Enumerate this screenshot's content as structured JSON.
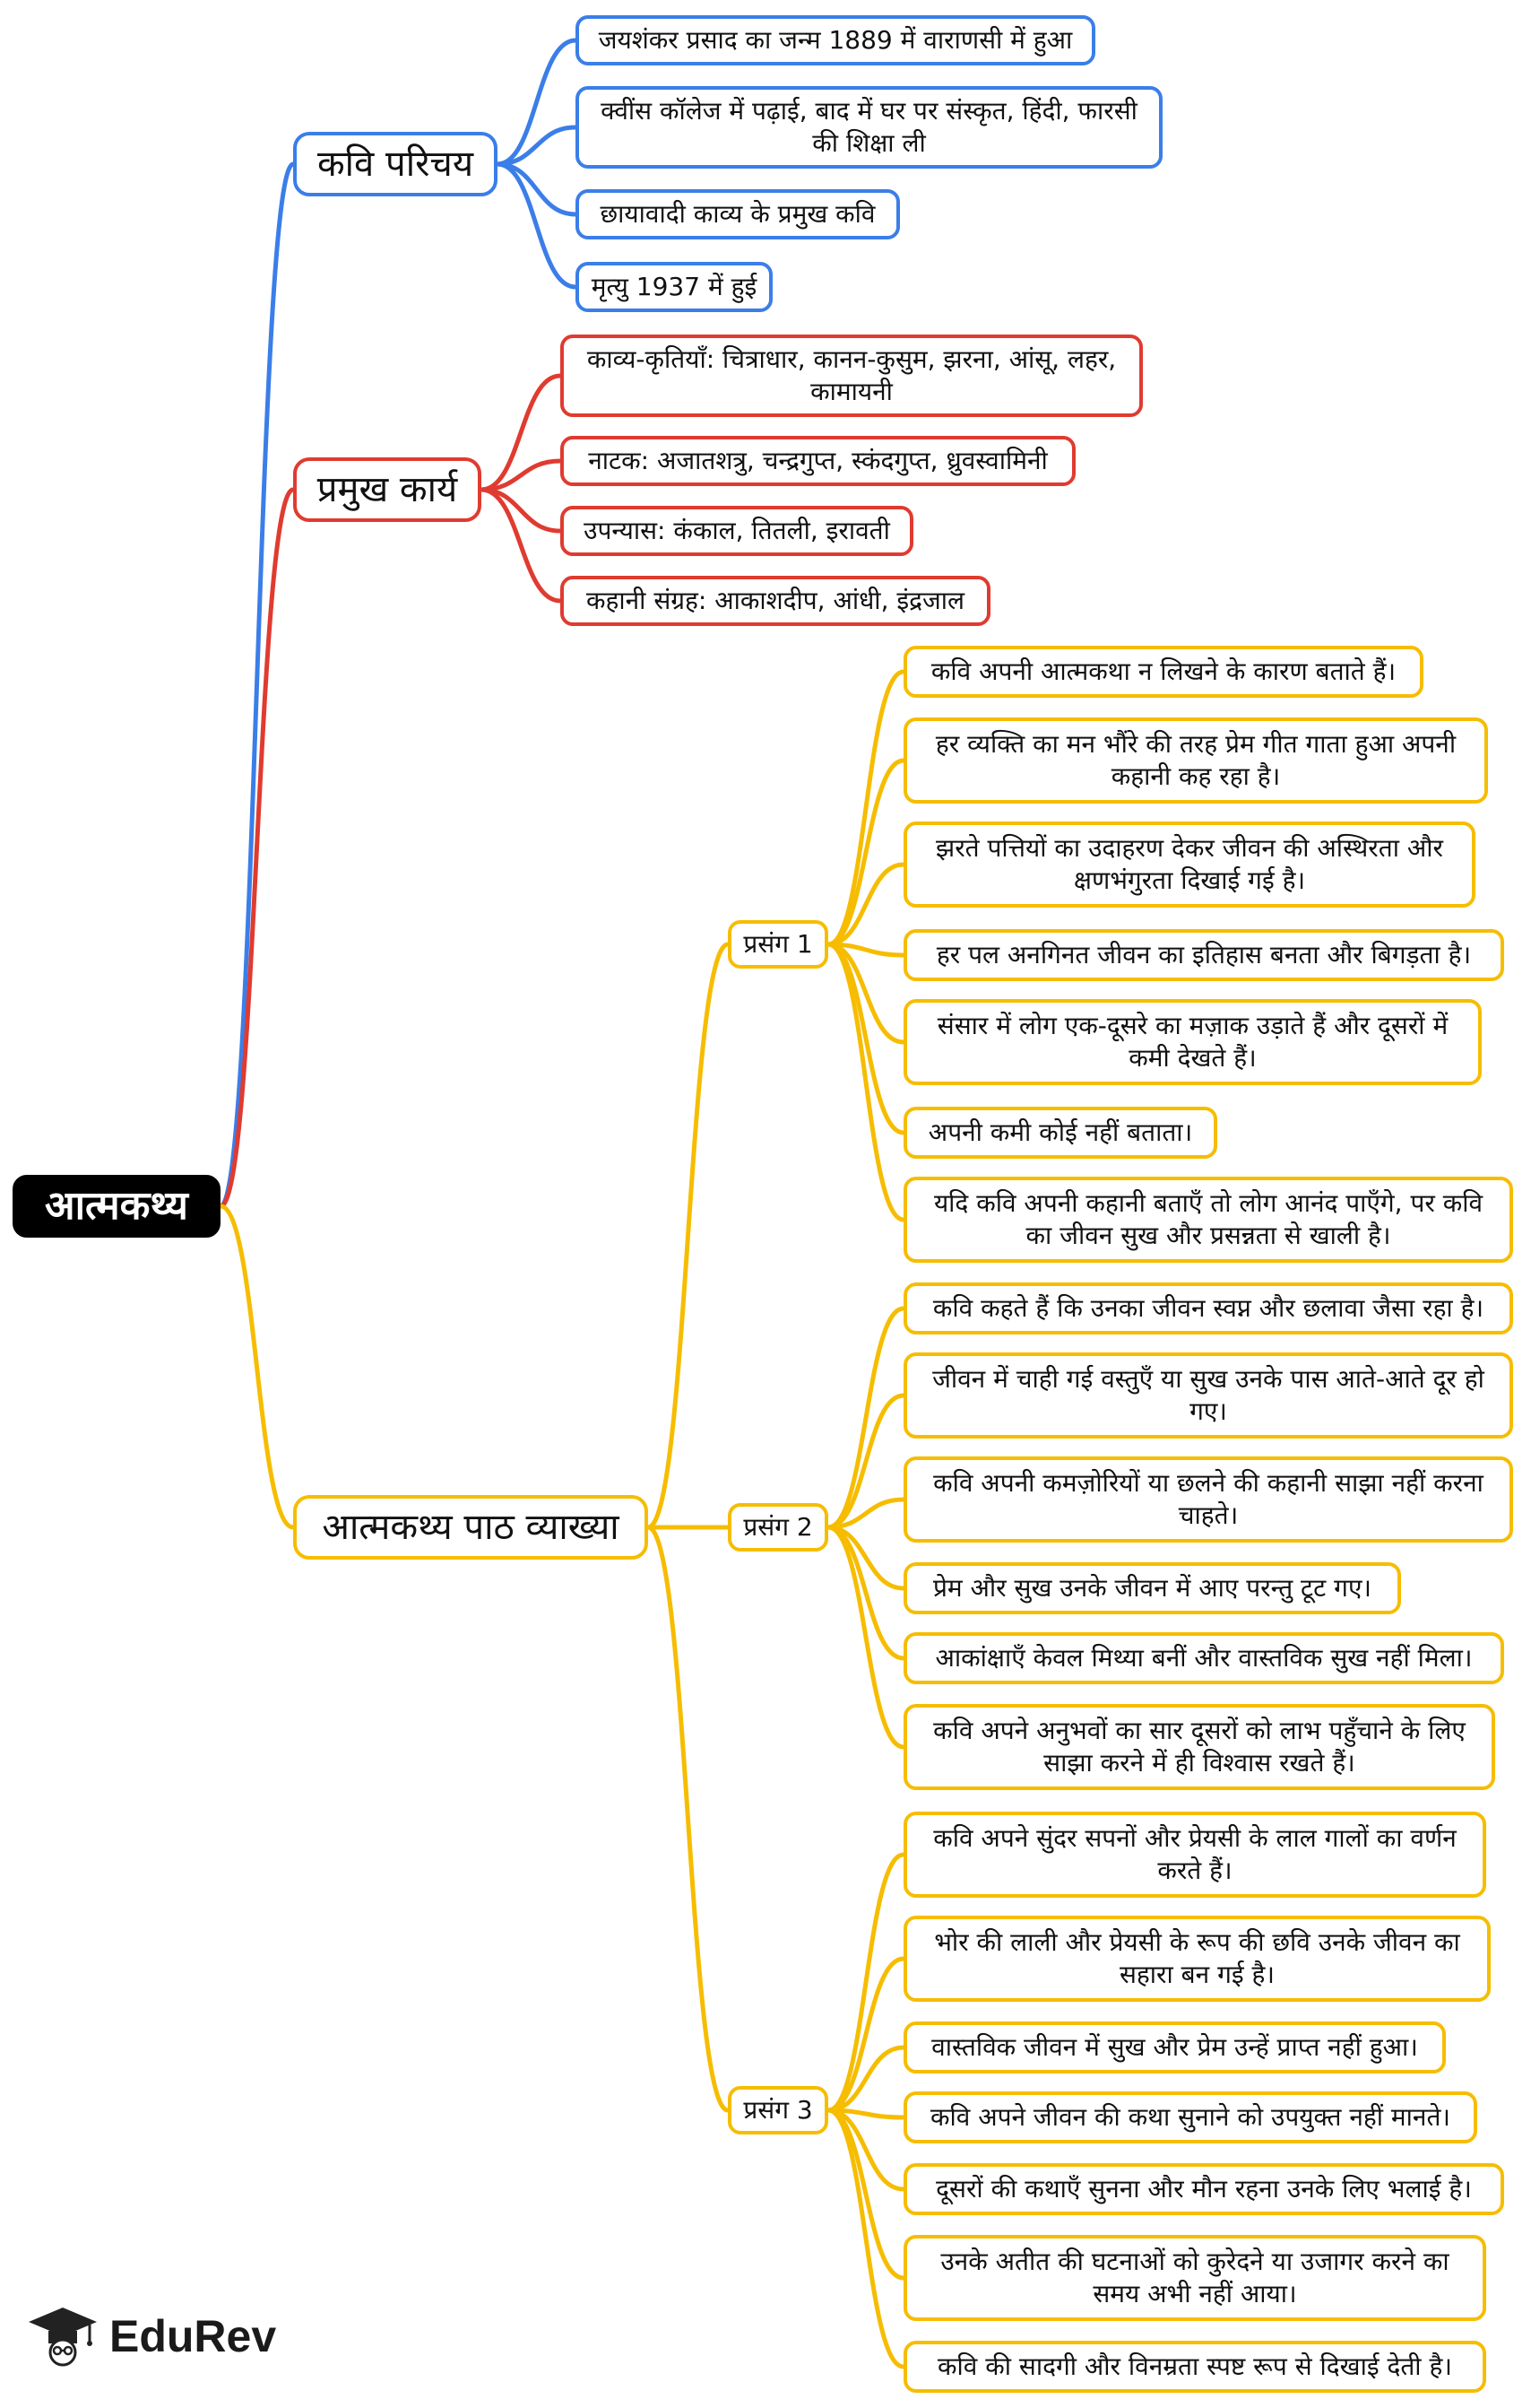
{
  "root": "आत्मकथ्य",
  "branches": [
    {
      "label": "कवि परिचय",
      "color": "#3b7ee8",
      "children": [
        "जयशंकर प्रसाद का जन्म 1889 में वाराणसी में हुआ",
        "क्वींस कॉलेज में पढ़ाई, बाद में घर पर संस्कृत, हिंदी, फारसी की शिक्षा ली",
        "छायावादी काव्य के प्रमुख कवि",
        "मृत्यु 1937 में हुई"
      ]
    },
    {
      "label": "प्रमुख कार्य",
      "color": "#e03b30",
      "children": [
        "काव्य-कृतियाँ: चित्राधार, कानन-कुसुम, झरना, आंसू, लहर, कामायनी",
        "नाटक: अजातशत्रु, चन्द्रगुप्त, स्कंदगुप्त, ध्रुवस्वामिनी",
        "उपन्यास: कंकाल, तितली, इरावती",
        "कहानी संग्रह: आकाशदीप, आंधी, इंद्रजाल"
      ]
    },
    {
      "label": "आत्मकथ्य पाठ व्याख्या",
      "color": "#f6bd00",
      "groups": [
        {
          "label": "प्रसंग 1",
          "children": [
            "कवि अपनी आत्मकथा न लिखने के कारण बताते हैं।",
            "हर व्यक्ति का मन भौंरे की तरह प्रेम गीत गाता हुआ अपनी कहानी कह रहा है।",
            "झरते पत्तियों का उदाहरण देकर जीवन की अस्थिरता और क्षणभंगुरता दिखाई गई है।",
            "हर पल अनगिनत जीवन का इतिहास बनता और बिगड़ता है।",
            "संसार में लोग एक-दूसरे का मज़ाक उड़ाते हैं और दूसरों में कमी देखते हैं।",
            "अपनी कमी कोई नहीं बताता।",
            "यदि कवि अपनी कहानी बताएँ तो लोग आनंद पाएँगे, पर कवि का जीवन सुख और प्रसन्नता से खाली है।"
          ]
        },
        {
          "label": "प्रसंग 2",
          "children": [
            "कवि कहते हैं कि उनका जीवन स्वप्न और छलावा जैसा रहा है।",
            "जीवन में चाही गई वस्तुएँ या सुख उनके पास आते-आते दूर हो गए।",
            "कवि अपनी कमज़ोरियों या छलने की कहानी साझा नहीं करना चाहते।",
            "प्रेम और सुख उनके जीवन में आए परन्तु टूट गए।",
            "आकांक्षाएँ केवल मिथ्या बनीं और वास्तविक सुख नहीं मिला।",
            "कवि अपने अनुभवों का सार दूसरों को लाभ पहुँचाने के लिए साझा करने में ही विश्वास रखते हैं।"
          ]
        },
        {
          "label": "प्रसंग 3",
          "children": [
            "कवि अपने सुंदर सपनों और प्रेयसी के लाल गालों का वर्णन करते हैं।",
            "भोर की लाली और प्रेयसी के रूप की छवि उनके जीवन का सहारा बन गई है।",
            "वास्तविक जीवन में सुख और प्रेम उन्हें प्राप्त नहीं हुआ।",
            "कवि अपने जीवन की कथा सुनाने को उपयुक्त नहीं मानते।",
            "दूसरों की कथाएँ सुनना और मौन रहना उनके लिए भलाई है।",
            "उनके अतीत की घटनाओं को कुरेदने या उजागर करने का समय अभी नहीं आया।",
            "कवि की सादगी और विनम्रता स्पष्ट रूप से दिखाई देती है।"
          ]
        }
      ]
    }
  ],
  "logo": {
    "brand": "EduRev",
    "icon": "graduation-cap-icon"
  }
}
